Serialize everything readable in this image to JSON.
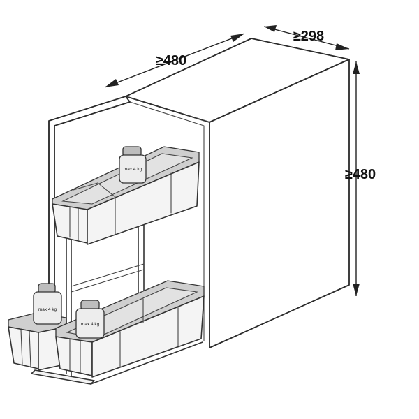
{
  "dimensions": {
    "width_label": "≥480",
    "depth_label": "≥298",
    "height_label": "≥480"
  },
  "weights": {
    "top_jar": "max 4 kg",
    "bottom_left_jar": "max 4 kg",
    "bottom_right_jar": "max 4 kg"
  },
  "colors": {
    "line": "#333333",
    "basket_fill": "#f4f4f4",
    "cabinet_fill": "#ffffff"
  }
}
